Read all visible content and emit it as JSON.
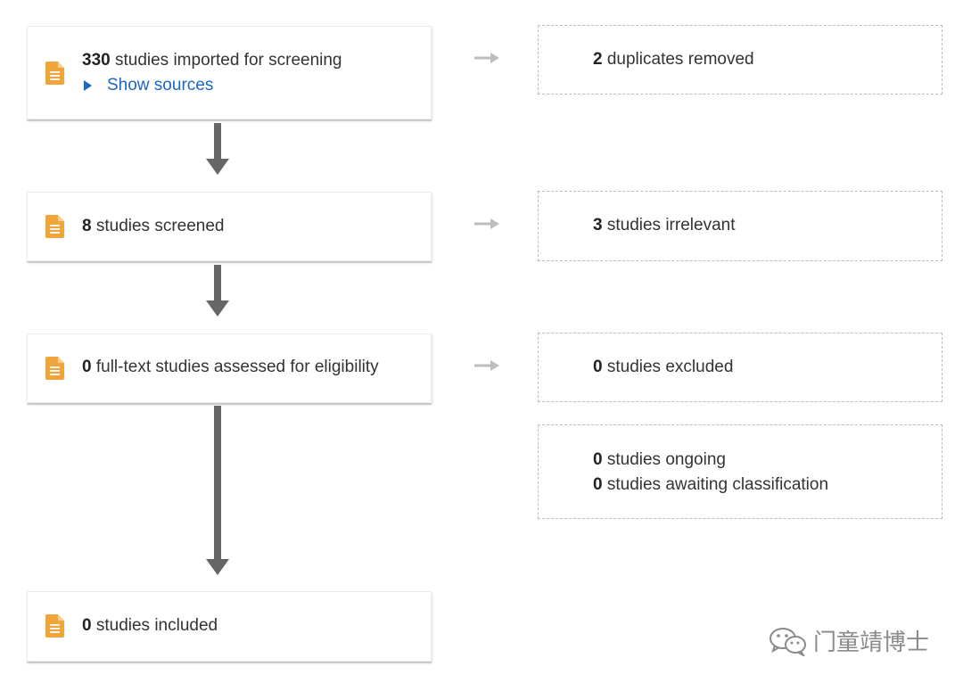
{
  "flow": {
    "imported": {
      "count": "330",
      "label": " studies imported for screening",
      "show_sources": "Show sources"
    },
    "duplicates": {
      "count": "2",
      "label": " duplicates removed"
    },
    "screened": {
      "count": "8",
      "label": " studies screened"
    },
    "irrelevant": {
      "count": "3",
      "label": " studies irrelevant"
    },
    "fulltext": {
      "count": "0",
      "label": " full-text studies assessed for eligibility"
    },
    "excluded": {
      "count": "0",
      "label": " studies excluded"
    },
    "ongoing": {
      "count": "0",
      "label": " studies ongoing"
    },
    "awaiting": {
      "count": "0",
      "label": " studies awaiting classification"
    },
    "included": {
      "count": "0",
      "label": " studies included"
    }
  },
  "watermark": {
    "text": "门童靖博士"
  },
  "colors": {
    "icon_orange": "#f0a43a",
    "link_blue": "#1a66c9",
    "arrow_gray": "#666666",
    "side_arrow_gray": "#bdbdbd"
  },
  "icons": {
    "document": "document-icon",
    "disclosure": "triangle-right-icon",
    "wechat": "wechat-icon"
  }
}
